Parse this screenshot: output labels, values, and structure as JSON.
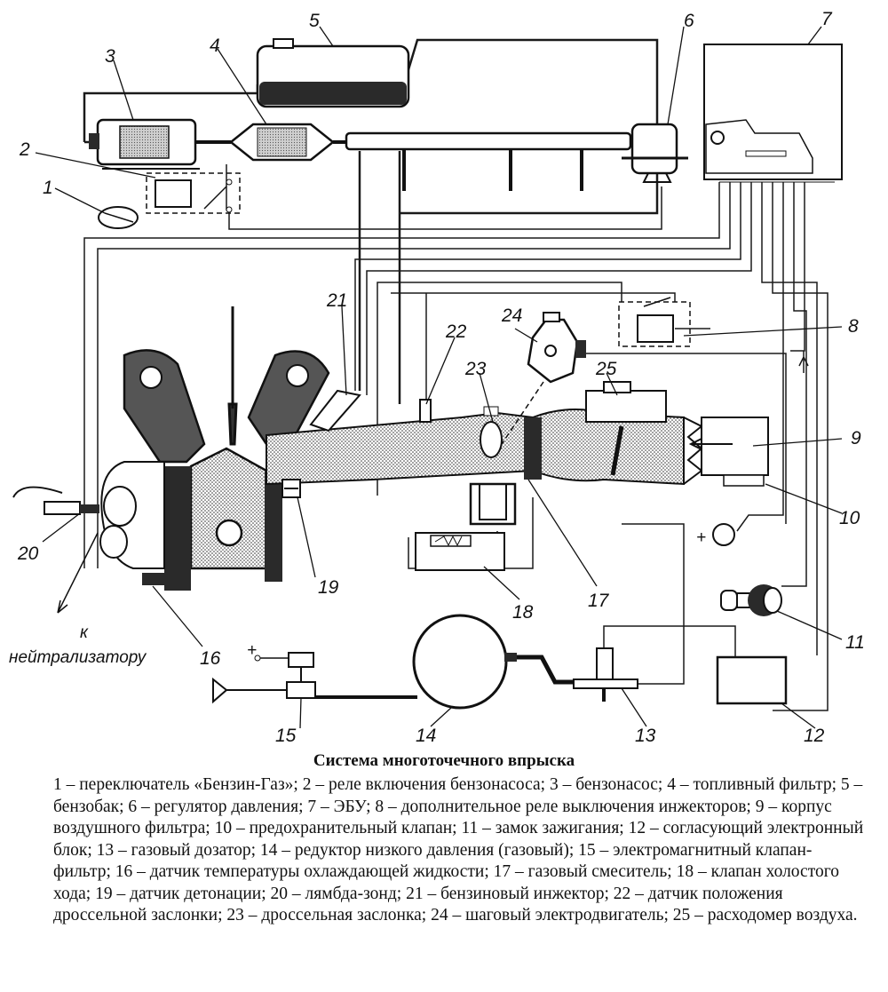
{
  "labels": {
    "n1": "1",
    "n2": "2",
    "n3": "3",
    "n4": "4",
    "n5": "5",
    "n6": "6",
    "n7": "7",
    "n8": "8",
    "n9": "9",
    "n10": "10",
    "n11": "11",
    "n12": "12",
    "n13": "13",
    "n14": "14",
    "n15": "15",
    "n16": "16",
    "n17": "17",
    "n18": "18",
    "n19": "19",
    "n20": "20",
    "n21": "21",
    "n22": "22",
    "n23": "23",
    "n24": "24",
    "n25": "25"
  },
  "note_k": "к",
  "note_neutralizer": "нейтрализатору",
  "sign_plus": "+",
  "caption": {
    "title": "Система многоточечного впрыска",
    "text": "1 – переключатель «Бензин-Газ»; 2 – реле включения бензонасоса; 3 – бензонасос; 4 – топливный фильтр; 5 – бензобак; 6 – регулятор давления; 7 – ЭБУ; 8 – дополнительное реле выключения инжекторов; 9 – корпус воздушного фильтра; 10 – предохранительный клапан; 11 – замок зажигания; 12 – согласующий электронный блок; 13 – газовый дозатор; 14 – редуктор низкого давления (газовый); 15 – электромагнитный клапан-фильтр; 16 – датчик температуры охлаждающей жидкости; 17 – газовый смеситель; 18 – клапан холостого хода; 19 – датчик детонации; 20 – лямбда-зонд; 21 – бензиновый инжектор; 22 – датчик положения дроссельной заслонки; 23 – дроссельная заслонка; 24 – шаговый электродвигатель; 25 – расходомер воздуха."
  }
}
